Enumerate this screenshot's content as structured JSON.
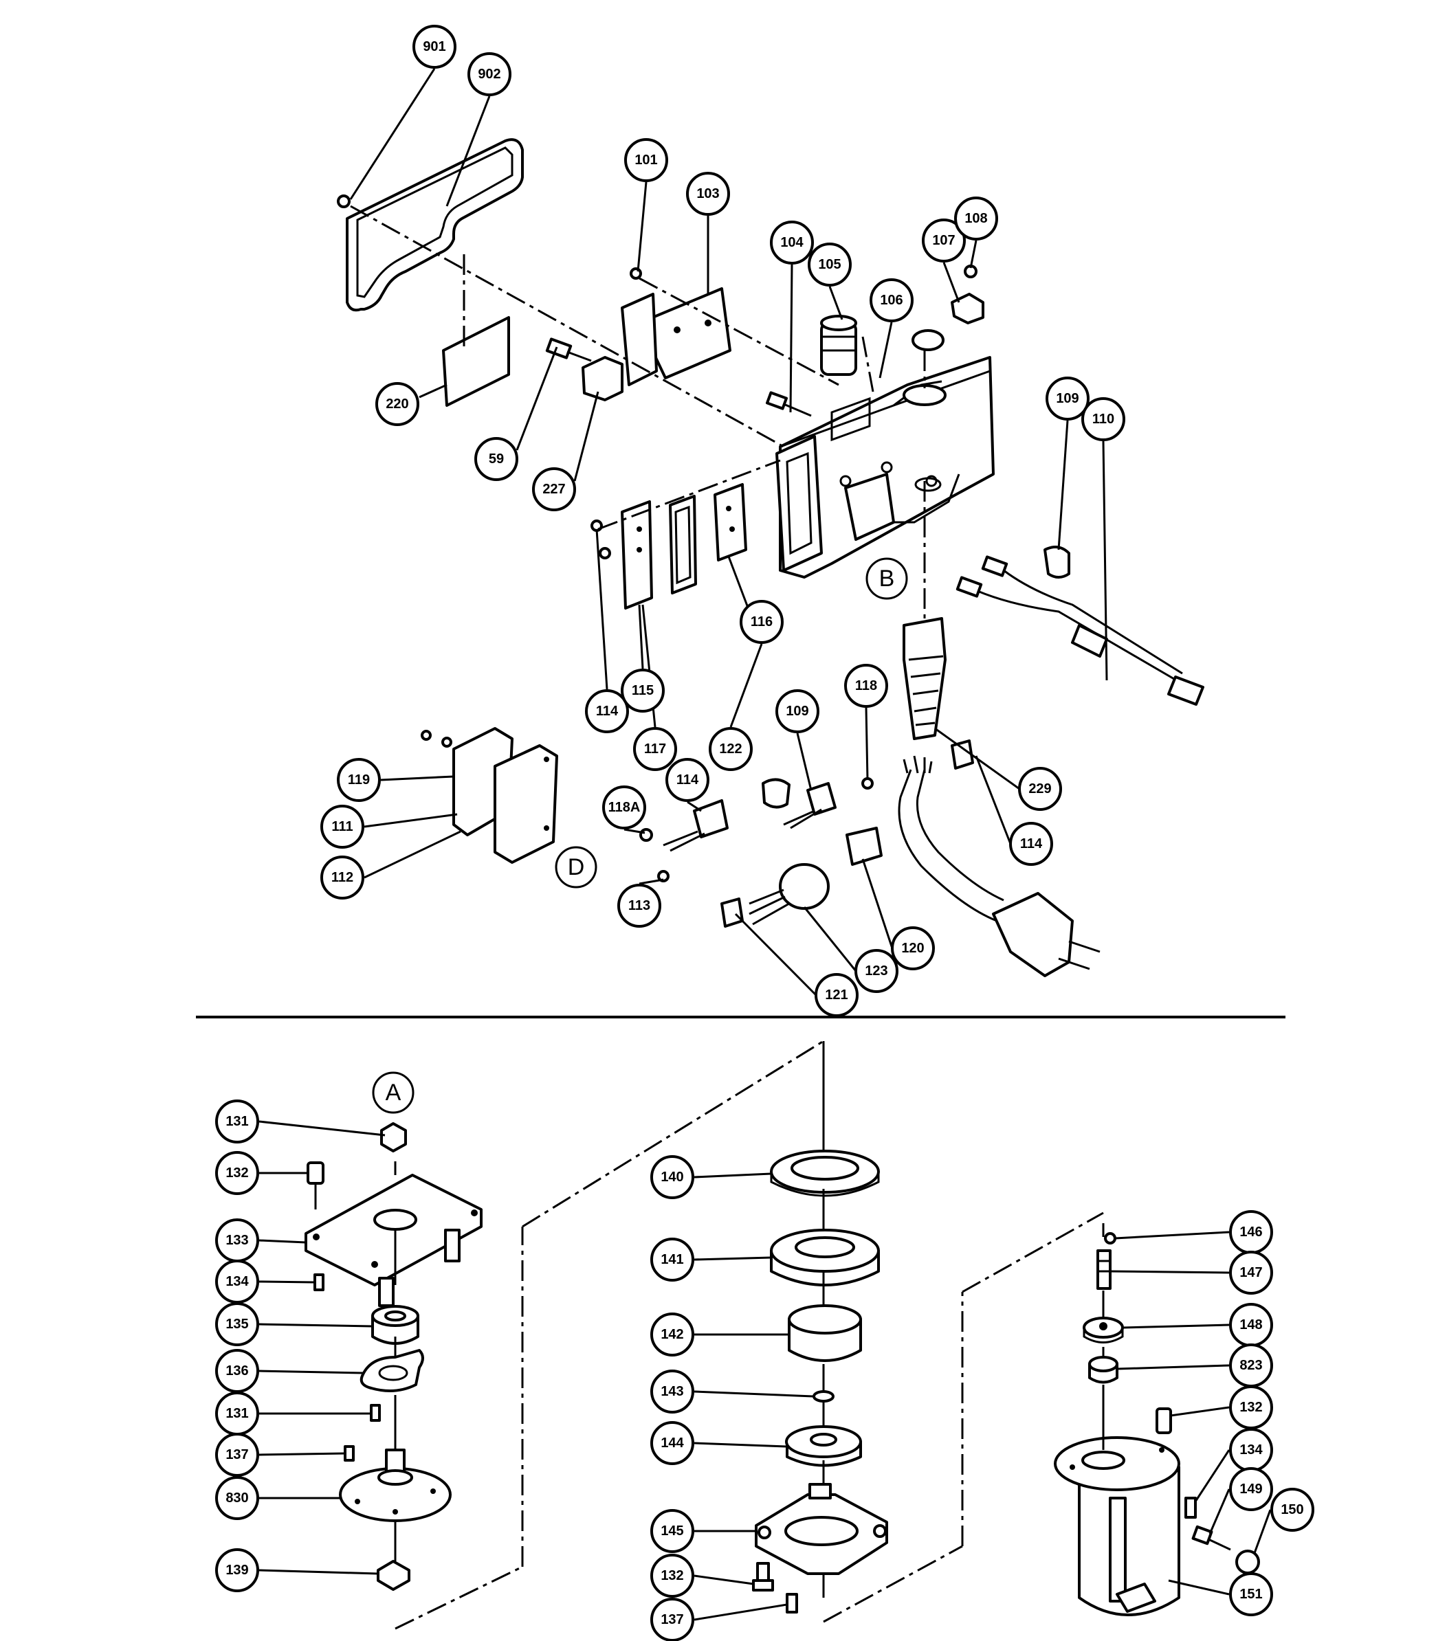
{
  "diagram": {
    "upper_assembly": {
      "callouts": [
        "901",
        "902",
        "101",
        "103",
        "104",
        "105",
        "106",
        "107",
        "108",
        "220",
        "59",
        "227",
        "109",
        "110",
        "114",
        "115",
        "116",
        "117",
        "122",
        "109",
        "118",
        "114",
        "118A",
        "229",
        "119",
        "111",
        "112",
        "113",
        "114",
        "123",
        "120",
        "121",
        "119"
      ],
      "reference_marks": [
        "B",
        "D"
      ]
    },
    "lower_assembly": {
      "callouts": [
        "131",
        "132",
        "133",
        "134",
        "135",
        "136",
        "131",
        "137",
        "830",
        "139",
        "140",
        "141",
        "142",
        "143",
        "144",
        "145",
        "132",
        "137",
        "146",
        "147",
        "148",
        "823",
        "132",
        "134",
        "149",
        "150",
        "151"
      ],
      "reference_marks": [
        "A"
      ]
    }
  }
}
